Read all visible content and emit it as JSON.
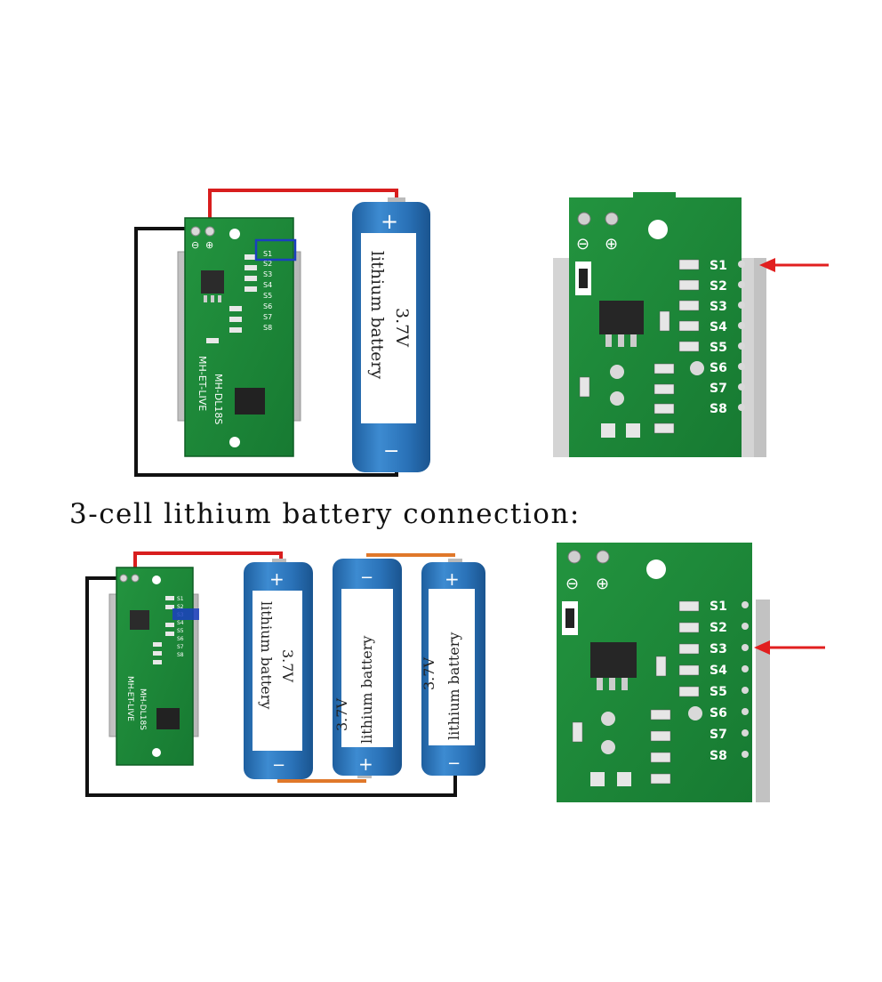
{
  "caption": "3-cell lithium battery connection:",
  "board": {
    "model_lines": [
      "MH-ET-LIVE",
      "MH-DL18S"
    ],
    "terminal_minus": "⊖",
    "terminal_plus": "⊕",
    "pads": [
      "S1",
      "S2",
      "S3",
      "S4",
      "S5",
      "S6",
      "S7",
      "S8"
    ]
  },
  "battery": {
    "voltage": "3.7V",
    "label": "lithium battery",
    "plus": "+",
    "minus": "−"
  },
  "colors": {
    "pcb_green": "#1f8a3c",
    "battery_blue": "#2f79c0",
    "wire_red": "#d81e1e",
    "wire_black": "#111111",
    "wire_orange": "#e0782a",
    "highlight_blue": "#1b3fbf",
    "arrow_red": "#e11f1f"
  },
  "highlights": {
    "top_detail_pad": "S1",
    "bottom_detail_pad": "S3"
  }
}
